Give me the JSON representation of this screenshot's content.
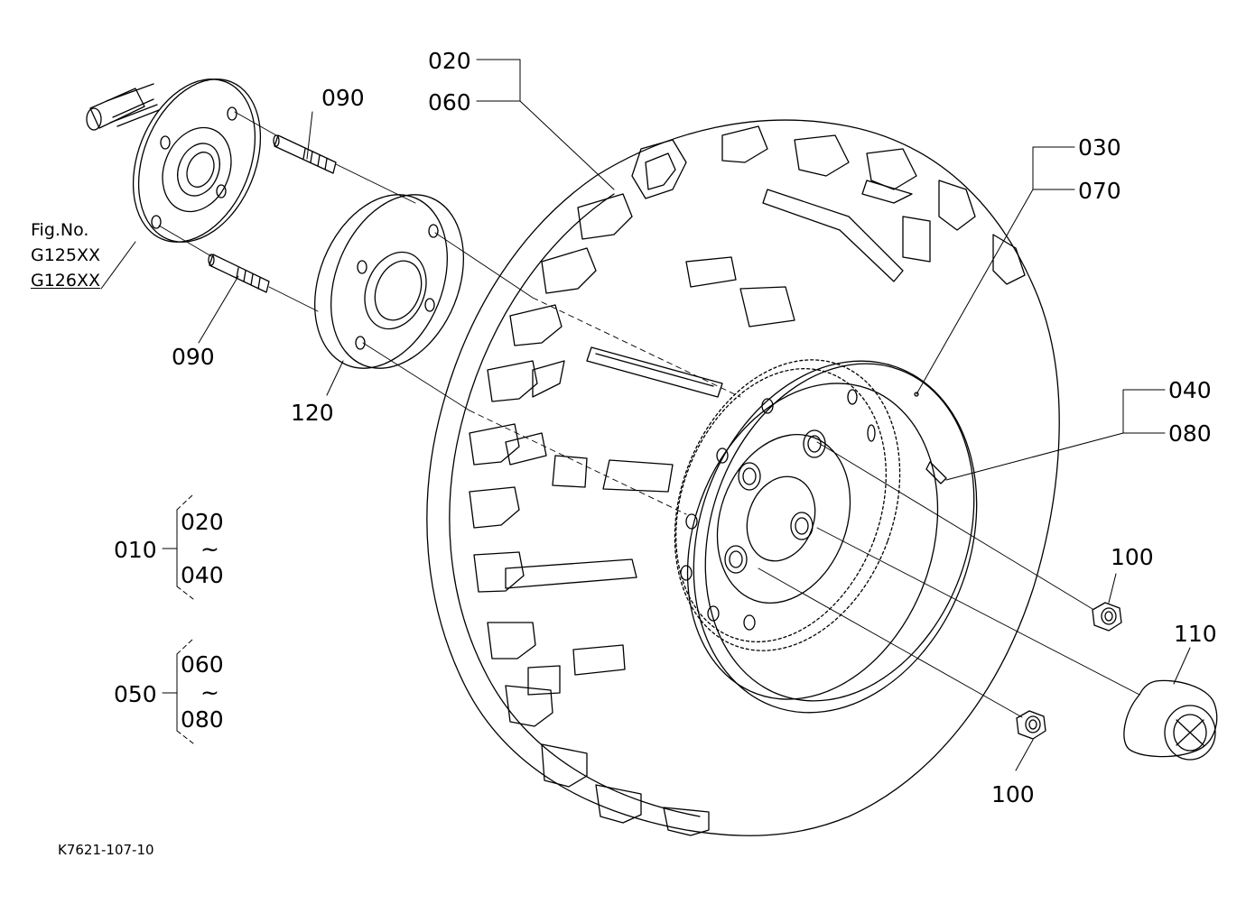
{
  "callouts": {
    "p020": "020",
    "p060": "060",
    "p090_top": "090",
    "p090_bottom": "090",
    "p120": "120",
    "p030": "030",
    "p070": "070",
    "p040": "040",
    "p080": "080",
    "p100_upper": "100",
    "p100_lower": "100",
    "p110": "110"
  },
  "fig_ref": {
    "line1": "Fig.No.",
    "line2": "G125XX",
    "line3": "G126XX"
  },
  "assemblies": [
    {
      "id": "010",
      "first": "020",
      "sep": "~",
      "last": "040"
    },
    {
      "id": "050",
      "first": "060",
      "sep": "~",
      "last": "080"
    }
  ],
  "drawing_number": "K7621-107-10",
  "colors": {
    "line": "#000000",
    "background": "#ffffff"
  }
}
